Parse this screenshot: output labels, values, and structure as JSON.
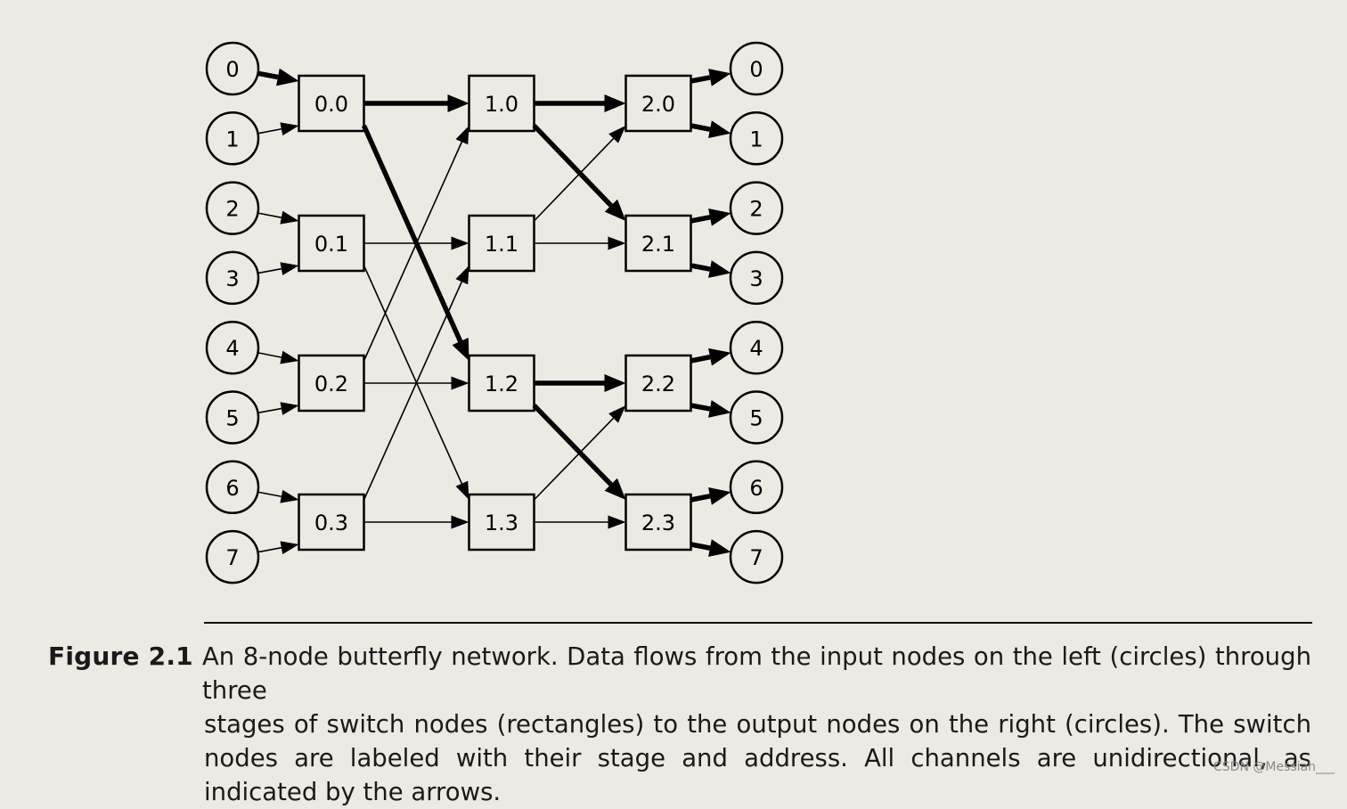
{
  "diagram": {
    "input_nodes": [
      "0",
      "1",
      "2",
      "3",
      "4",
      "5",
      "6",
      "7"
    ],
    "output_nodes": [
      "0",
      "1",
      "2",
      "3",
      "4",
      "5",
      "6",
      "7"
    ],
    "switch_stages": [
      [
        "0.0",
        "0.1",
        "0.2",
        "0.3"
      ],
      [
        "1.0",
        "1.1",
        "1.2",
        "1.3"
      ],
      [
        "2.0",
        "2.1",
        "2.2",
        "2.3"
      ]
    ],
    "edges": [
      {
        "from": "in-0",
        "to": "0.0",
        "bold": true
      },
      {
        "from": "in-1",
        "to": "0.0",
        "bold": false
      },
      {
        "from": "in-2",
        "to": "0.1",
        "bold": false
      },
      {
        "from": "in-3",
        "to": "0.1",
        "bold": false
      },
      {
        "from": "in-4",
        "to": "0.2",
        "bold": false
      },
      {
        "from": "in-5",
        "to": "0.2",
        "bold": false
      },
      {
        "from": "in-6",
        "to": "0.3",
        "bold": false
      },
      {
        "from": "in-7",
        "to": "0.3",
        "bold": false
      },
      {
        "from": "0.0",
        "to": "1.0",
        "bold": true
      },
      {
        "from": "0.0",
        "to": "1.2",
        "bold": true
      },
      {
        "from": "0.1",
        "to": "1.1",
        "bold": false
      },
      {
        "from": "0.1",
        "to": "1.3",
        "bold": false
      },
      {
        "from": "0.2",
        "to": "1.0",
        "bold": false
      },
      {
        "from": "0.2",
        "to": "1.2",
        "bold": false
      },
      {
        "from": "0.3",
        "to": "1.1",
        "bold": false
      },
      {
        "from": "0.3",
        "to": "1.3",
        "bold": false
      },
      {
        "from": "1.0",
        "to": "2.0",
        "bold": true
      },
      {
        "from": "1.0",
        "to": "2.1",
        "bold": true
      },
      {
        "from": "1.1",
        "to": "2.0",
        "bold": false
      },
      {
        "from": "1.1",
        "to": "2.1",
        "bold": false
      },
      {
        "from": "1.2",
        "to": "2.2",
        "bold": true
      },
      {
        "from": "1.2",
        "to": "2.3",
        "bold": true
      },
      {
        "from": "1.3",
        "to": "2.2",
        "bold": false
      },
      {
        "from": "1.3",
        "to": "2.3",
        "bold": false
      },
      {
        "from": "2.0",
        "to": "out-0",
        "bold": true
      },
      {
        "from": "2.0",
        "to": "out-1",
        "bold": true
      },
      {
        "from": "2.1",
        "to": "out-2",
        "bold": true
      },
      {
        "from": "2.1",
        "to": "out-3",
        "bold": true
      },
      {
        "from": "2.2",
        "to": "out-4",
        "bold": true
      },
      {
        "from": "2.2",
        "to": "out-5",
        "bold": true
      },
      {
        "from": "2.3",
        "to": "out-6",
        "bold": true
      },
      {
        "from": "2.3",
        "to": "out-7",
        "bold": true
      }
    ]
  },
  "caption": {
    "label": "Figure 2.1",
    "first_line": "An 8-node butterfly network. Data flows from the input nodes on the left (circles) through three",
    "rest": "stages of switch nodes (rectangles) to the output nodes on the right (circles). The switch nodes are labeled with their stage and address. All channels are unidirectional, as indicated by the arrows."
  },
  "watermark": "CSDN @Messiah___"
}
